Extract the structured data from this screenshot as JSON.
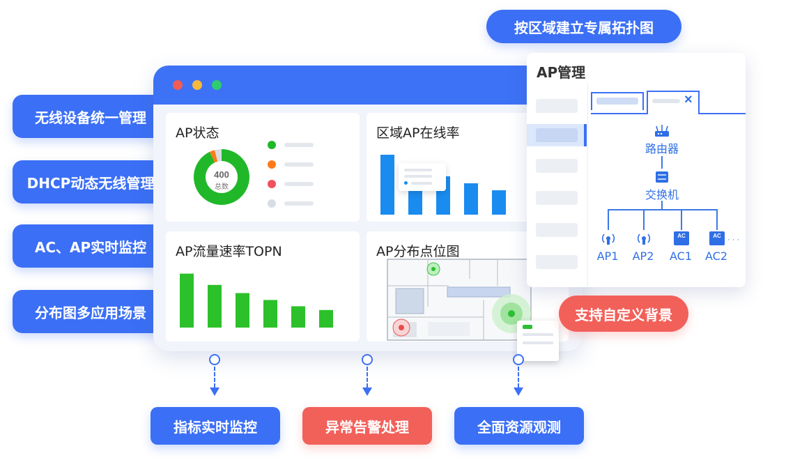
{
  "left_tags": [
    "无线设备统一管理",
    "DHCP动态无线管理",
    "AC、AP实时监控",
    "分布图多应用场景"
  ],
  "top_tag": "按区域建立专属拓扑图",
  "custom_bg_tag": "支持自定义背景",
  "bottom_tags": [
    "指标实时监控",
    "异常告警处理",
    "全面资源观测"
  ],
  "window": {
    "dots": [
      "#f25c54",
      "#f6b93b",
      "#2ecc71"
    ],
    "ap_status": {
      "title": "AP状态",
      "total_value": "400",
      "total_label": "总数",
      "legend_colors": [
        "#20b829",
        "#ff7a1a",
        "#f2505e",
        "#d8dde5"
      ]
    },
    "region_online": {
      "title": "区域AP在线率"
    },
    "traffic": {
      "title": "AP流量速率TOPN"
    },
    "distribution": {
      "title": "AP分布点位图"
    }
  },
  "ap_panel": {
    "title": "AP管理",
    "tab_close": "×",
    "router": "路由器",
    "switch": "交换机",
    "devices": [
      "AP1",
      "AP2",
      "AC1",
      "AC2"
    ],
    "ac_badge": "AC",
    "more": "· · ·"
  },
  "chart_data": [
    {
      "type": "pie",
      "title": "AP状态",
      "labels": [],
      "values": [
        93,
        3,
        0,
        4
      ],
      "colors": [
        "#20b829",
        "#ff7a1a",
        "#f2505e",
        "#d8dde5"
      ],
      "center_text": "400"
    },
    {
      "type": "bar",
      "title": "区域AP在线率",
      "values": [
        86,
        64,
        55,
        45,
        35
      ],
      "colors": [
        "#1a8cf0"
      ],
      "ylim": [
        0,
        100
      ]
    },
    {
      "type": "bar",
      "title": "AP流量速率TOPN",
      "values": [
        86,
        68,
        55,
        44,
        34,
        28
      ],
      "colors": [
        "#2cc12a"
      ],
      "ylim": [
        0,
        100
      ]
    }
  ]
}
